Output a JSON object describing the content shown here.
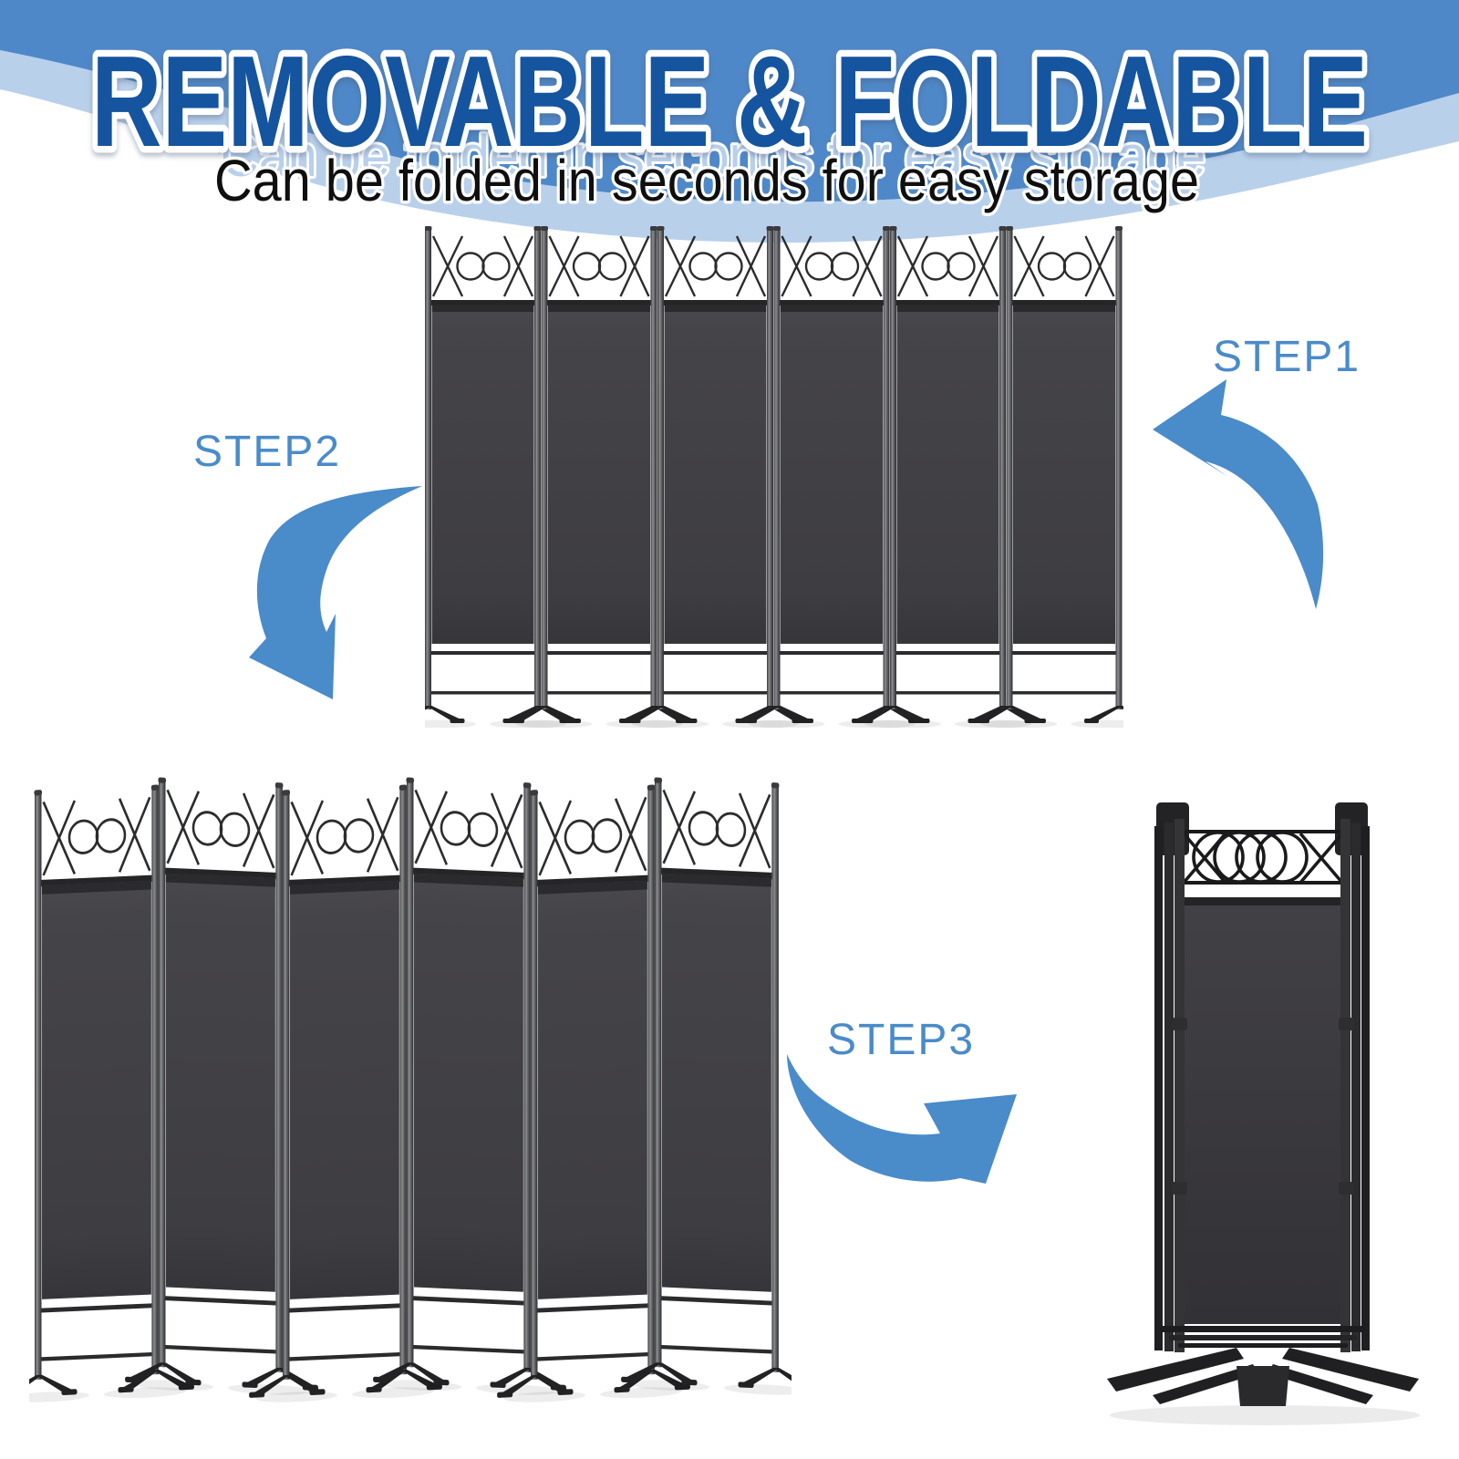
{
  "header": {
    "title": "REMOVABLE & FOLDABLE",
    "subtitle": "Can be folded in seconds for easy storage"
  },
  "steps": [
    {
      "label": "STEP1",
      "arrow": "curved-arrow-pointing-left"
    },
    {
      "label": "STEP2",
      "arrow": "curved-arrow-pointing-down"
    },
    {
      "label": "STEP3",
      "arrow": "curved-arrow-pointing-up-right"
    }
  ],
  "colors": {
    "banner_blue": "#4f88c8",
    "wave_light_blue": "#b9d0eb",
    "title_blue": "#15549e",
    "accent_blue": "#4a8bc9",
    "subtitle_black": "#0f0f0f",
    "panel_fabric_gray": "#414045",
    "frame_black": "#232325"
  }
}
